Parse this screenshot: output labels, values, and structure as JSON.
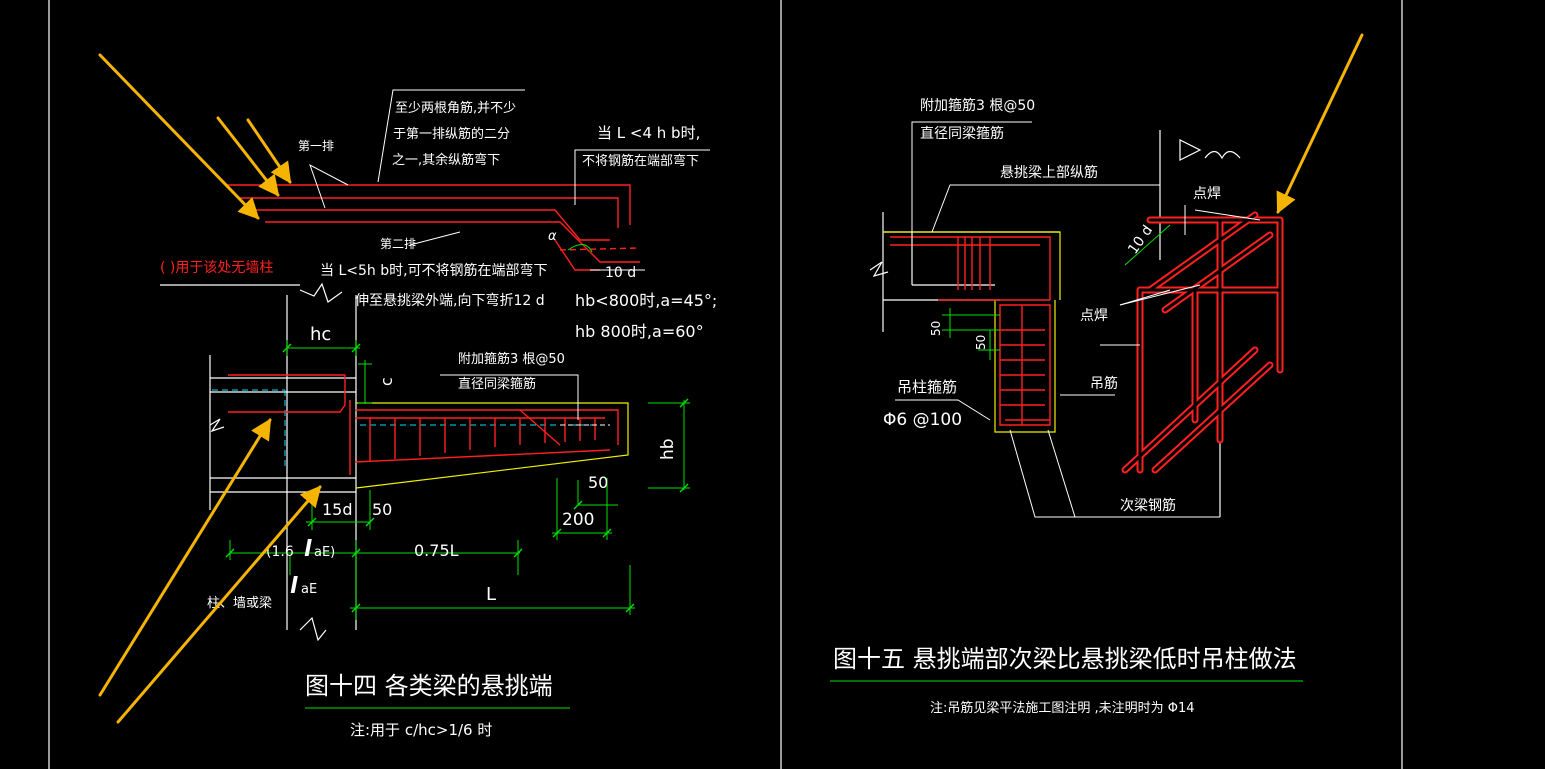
{
  "fig14": {
    "note_top_1": "至少两根角筋,并不少",
    "note_top_2": "于第一排纵筋的二分",
    "note_top_3": "之一,其余纵筋弯下",
    "first_row": "第一排",
    "second_row": "第二排",
    "cond_4h_1": "当 L <4 h b时,",
    "cond_4h_2": "不将钢筋在端部弯下",
    "alpha": "α",
    "ten_d": "10 d",
    "red_note": "( )用于该处无墙柱",
    "cond_5h_1": "当 L<5h b时,可不将钢筋在端部弯下",
    "cond_5h_2": "伸至悬挑梁外端,向下弯折12 d",
    "angle_1": "hb<800时,a=45°;",
    "angle_2": "hb 800时,a=60°",
    "hc": "hc",
    "stirrup_1": "附加箍筋3 根@50",
    "stirrup_2": "直径同梁箍筋",
    "c": "c",
    "hb": "hb",
    "fifty_a": "50",
    "fifty_b": "50",
    "d15": "15d",
    "two_hundred": "200",
    "lae_paren_a": "(1.6",
    "lae_paren_b": "aE)",
    "lae_l": "l",
    "lae_bottom": "aE",
    "p075L": "0.75L",
    "L": "L",
    "support": "柱、墙或梁",
    "caption": "图十四  各类梁的悬挑端",
    "note": "注:用于    c/hc>1/6  时"
  },
  "fig15": {
    "stirrup_1": "附加箍筋3 根@50",
    "stirrup_2": "直径同梁箍筋",
    "top_bars": "悬挑梁上部纵筋",
    "spot_weld_1": "点焊",
    "spot_weld_2": "点焊",
    "ten_d": "10 d",
    "fifty_a": "50",
    "fifty_b": "50",
    "hanger_stirrup": "吊柱箍筋",
    "phi": "Φ6 @100",
    "hanger_bar": "吊筋",
    "secondary": "次梁钢筋",
    "caption": "图十五  悬挑端部次梁比悬挑梁低时吊柱做法",
    "note": "注:吊筋见梁平法施工图注明 ,未注明时为  Φ14"
  },
  "colors": {
    "background": "#000000",
    "text": "#ffffff",
    "rebar": "#ff2020",
    "dimension": "#00e000",
    "arrow": "#f5b400",
    "outline": "#f0f000",
    "centerline": "#00e0ff"
  }
}
